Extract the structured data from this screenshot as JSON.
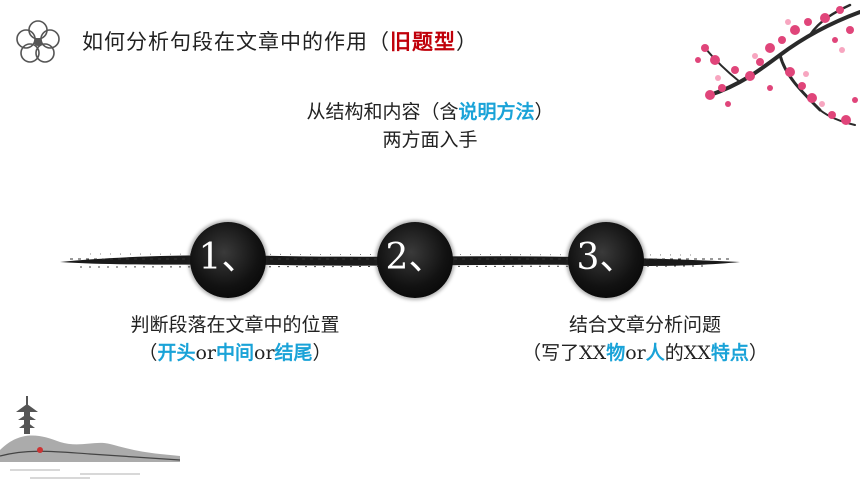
{
  "header": {
    "title_prefix": "如何分析句段在文章中的作用（",
    "title_highlight": "旧题型",
    "title_suffix": "）"
  },
  "subtitle": {
    "line1_prefix": "从结构和内容（含",
    "line1_highlight": "说明方法",
    "line1_suffix": "）",
    "line2": "两方面入手"
  },
  "steps": [
    {
      "label": "1、"
    },
    {
      "label": "2、"
    },
    {
      "label": "3、"
    }
  ],
  "left_caption": {
    "line1": "判断段落在文章中的位置",
    "open": "（",
    "hl1": "开头",
    "or1": "or",
    "hl2": "中间",
    "or2": "or",
    "hl3": "结尾",
    "close": "）"
  },
  "right_caption": {
    "line1": "结合文章分析问题",
    "open": "（写了XX",
    "hl1": "物",
    "or1": "or",
    "hl2": "人",
    "mid": "的XX",
    "hl3": "特点",
    "close": "）"
  },
  "colors": {
    "title_highlight": "#c0000a",
    "accent_blue": "#1aa3d8",
    "blossom": "#e0457a"
  }
}
